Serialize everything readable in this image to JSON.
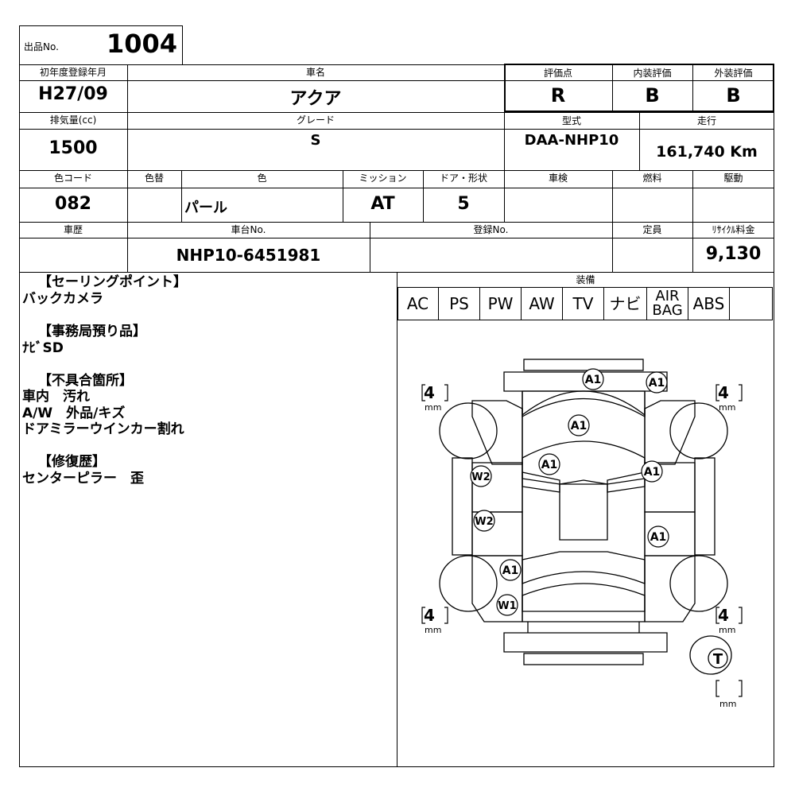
{
  "lot": {
    "label": "出品No.",
    "number": "1004"
  },
  "headers": {
    "first_reg": "初年度登録年月",
    "car_name": "車名",
    "score": "評価点",
    "interior": "内装評価",
    "exterior": "外装評価",
    "displacement": "排気量(cc)",
    "grade": "グレード",
    "model": "型式",
    "mileage": "走行",
    "color_code": "色コード",
    "color_change": "色替",
    "color": "色",
    "mission": "ミッション",
    "door_shape": "ドア・形状",
    "inspection": "車検",
    "fuel": "燃料",
    "drive": "駆動",
    "history": "車歴",
    "chassis": "車台No.",
    "reg_no": "登録No.",
    "capacity": "定員",
    "recycle": "ﾘｻｲｸﾙ料金",
    "equipment": "装備"
  },
  "values": {
    "first_reg": "H27/09",
    "car_name": "アクア",
    "score": "R",
    "interior": "B",
    "exterior": "B",
    "displacement": "1500",
    "grade": "S",
    "model": "DAA-NHP10",
    "mileage": "161,740 Km",
    "color_code": "082",
    "color": "パール",
    "mission": "AT",
    "door_shape": "5",
    "chassis": "NHP10-6451981",
    "recycle": "9,130"
  },
  "equipment": [
    "AC",
    "PS",
    "PW",
    "AW",
    "TV",
    "ナビ",
    "AIR",
    "BAG",
    "ABS"
  ],
  "notes": {
    "selling_title": "【セーリングポイント】",
    "selling": "バックカメラ",
    "office_title": "【事務局預り品】",
    "office": "ﾅﾋﾞSD",
    "defect_title": "【不具合箇所】",
    "defect1": "車内　汚れ",
    "defect2": "A/W　外品/キズ",
    "defect3": "ドアミラーウインカー割れ",
    "repair_title": "【修復歴】",
    "repair": "センターピラー　歪"
  },
  "diagram": {
    "marks": [
      "A1",
      "A1",
      "A1",
      "A1",
      "A1",
      "A1",
      "A1",
      "W2",
      "W2",
      "W1"
    ],
    "tires": [
      "4",
      "4",
      "4",
      "4"
    ],
    "tire_unit": "mm",
    "spare_label": "T"
  }
}
